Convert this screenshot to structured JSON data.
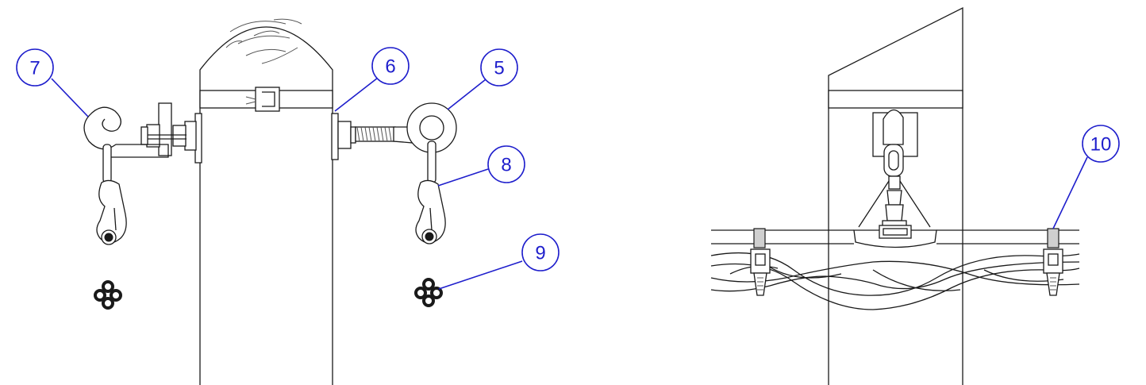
{
  "callouts": [
    {
      "id": "c5",
      "label": "5"
    },
    {
      "id": "c6",
      "label": "6"
    },
    {
      "id": "c7",
      "label": "7"
    },
    {
      "id": "c8",
      "label": "8"
    },
    {
      "id": "c9",
      "label": "9"
    },
    {
      "id": "c10",
      "label": "10"
    }
  ],
  "colors": {
    "callout": "#1e1ecc",
    "line": "#1a1a1a"
  }
}
